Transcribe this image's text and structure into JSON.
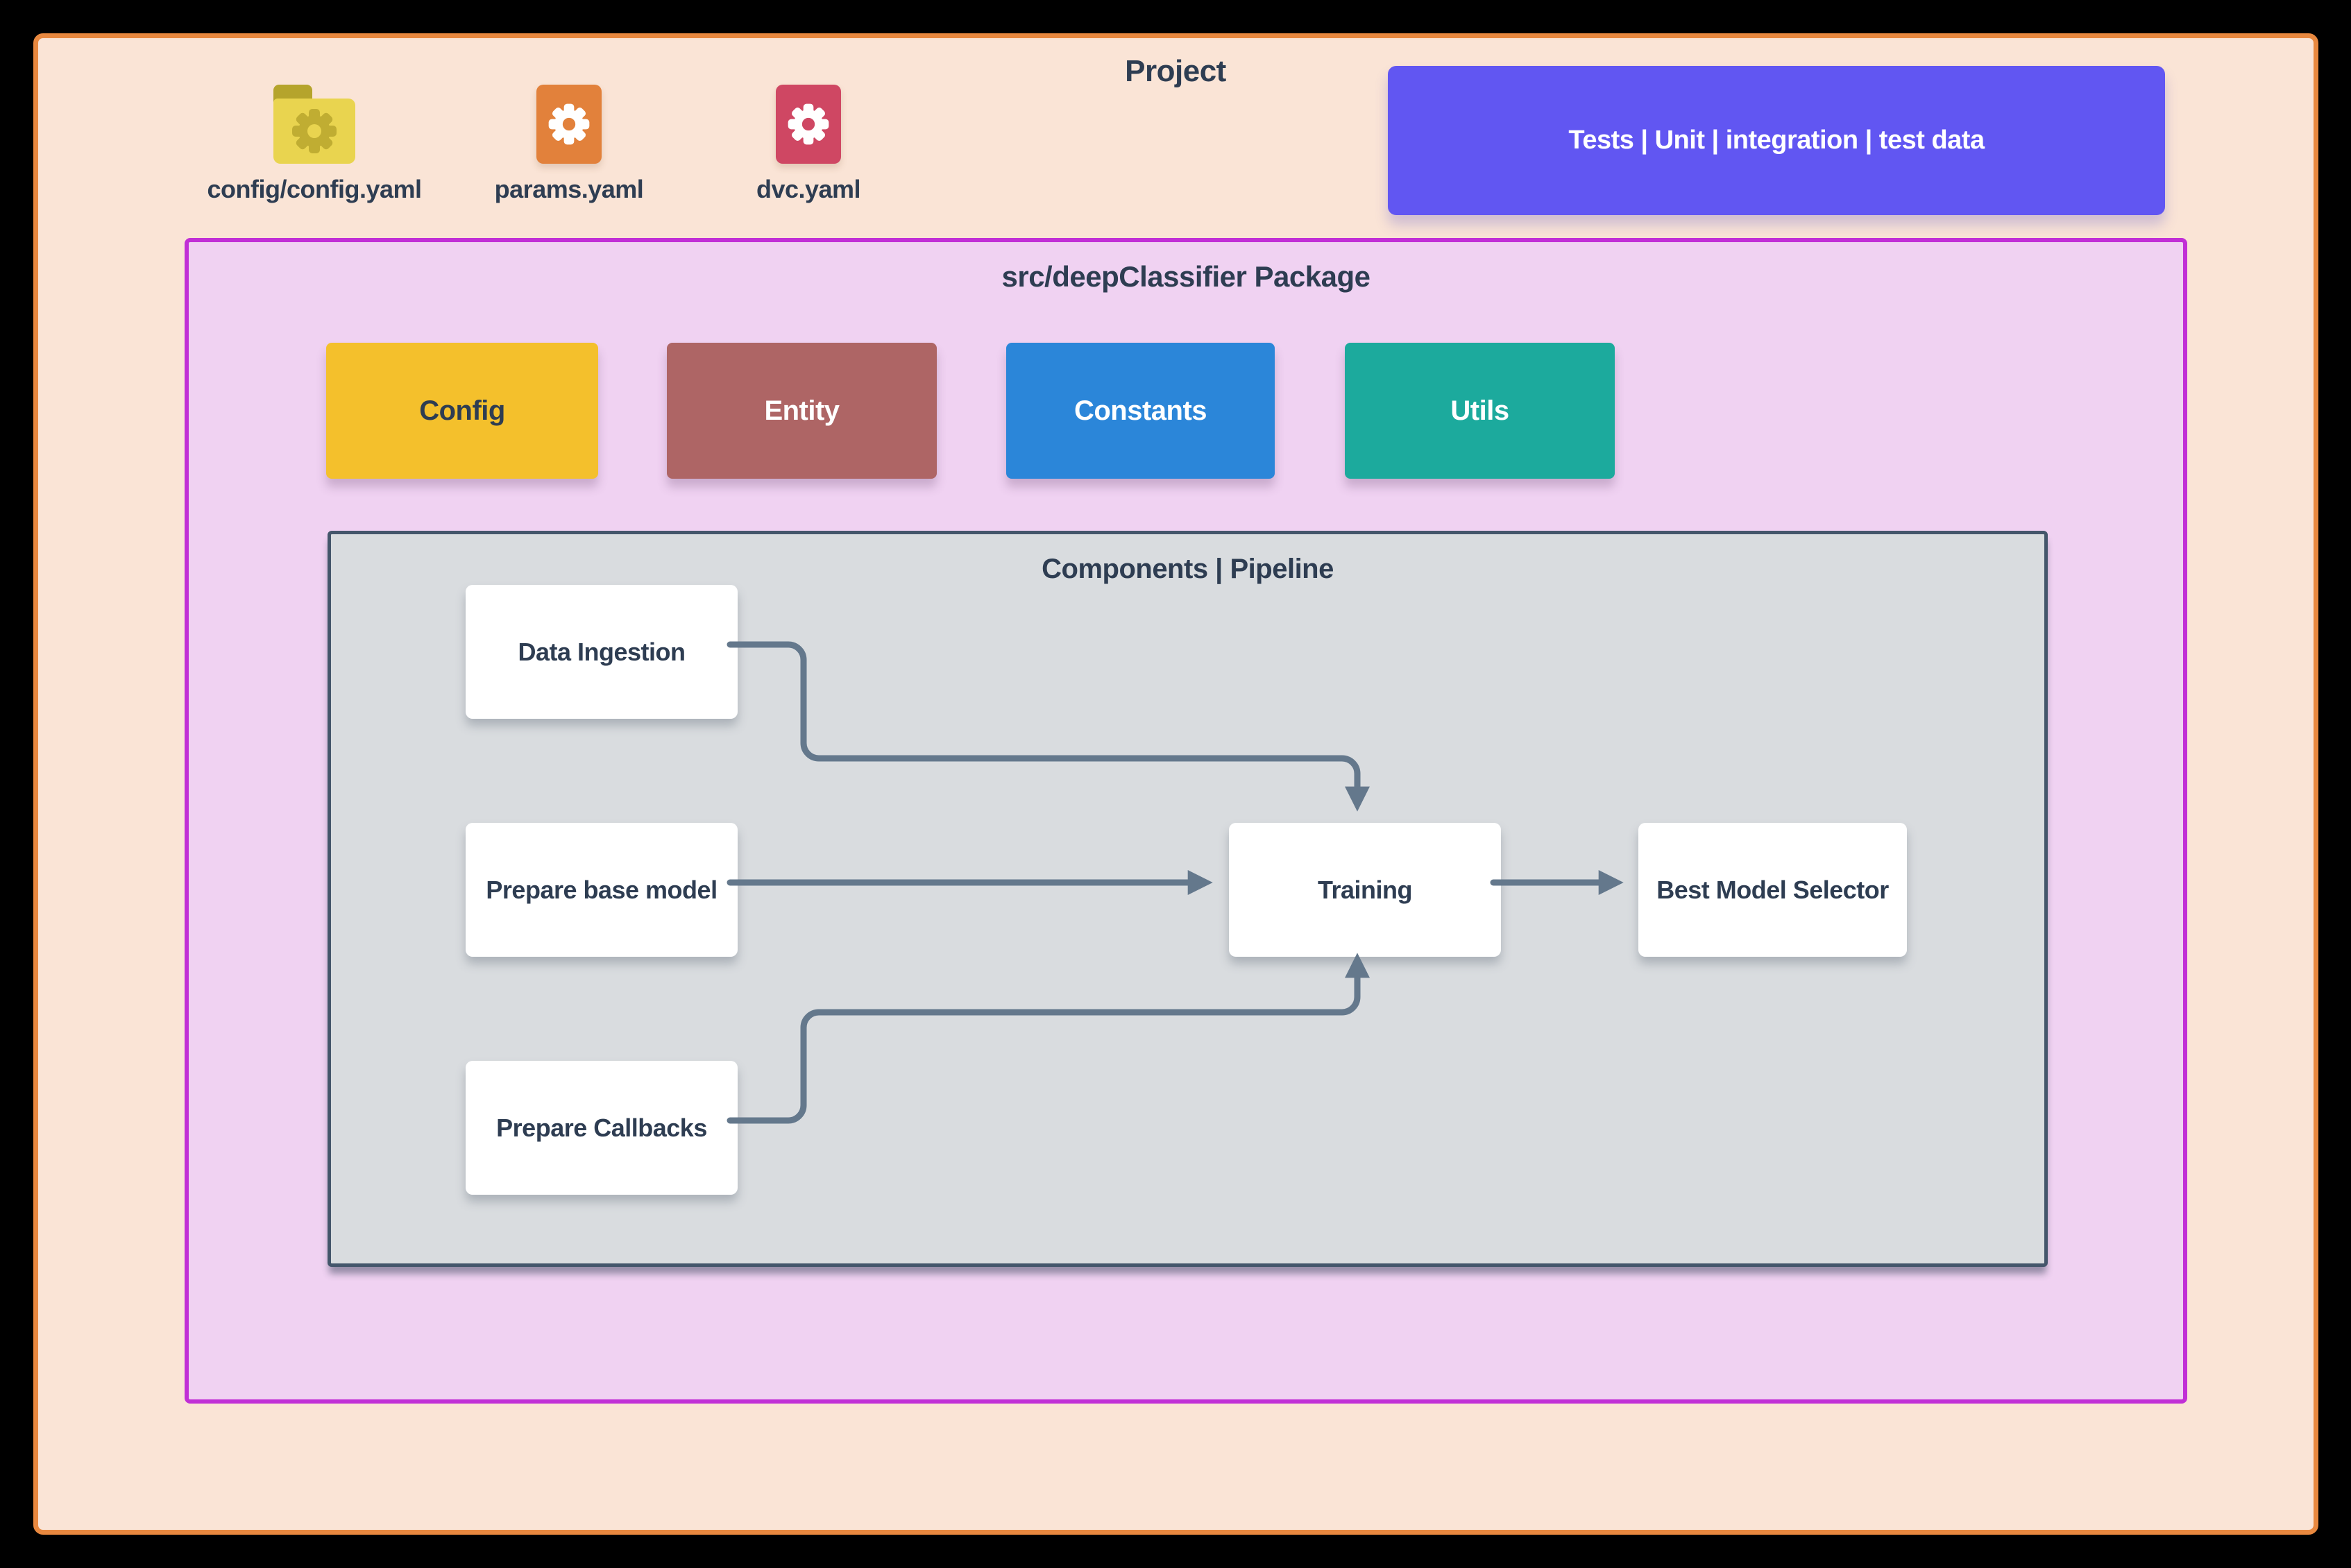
{
  "project": {
    "title": "Project",
    "files": [
      {
        "name": "config-yaml",
        "label": "config/config.yaml",
        "icon": "folder-gear-icon"
      },
      {
        "name": "params-yaml",
        "label": "params.yaml",
        "icon": "file-gear-icon"
      },
      {
        "name": "dvc-yaml",
        "label": "dvc.yaml",
        "icon": "file-gear-icon"
      }
    ],
    "tests_label": "Tests | Unit | integration | test data"
  },
  "package": {
    "title": "src/deepClassifier Package",
    "modules": [
      {
        "label": "Config"
      },
      {
        "label": "Entity"
      },
      {
        "label": "Constants"
      },
      {
        "label": "Utils"
      }
    ],
    "pipeline": {
      "title": "Components | Pipeline",
      "nodes": [
        {
          "label": "Data Ingestion"
        },
        {
          "label": "Prepare base model"
        },
        {
          "label": "Prepare Callbacks"
        },
        {
          "label": "Training"
        },
        {
          "label": "Best Model Selector"
        }
      ],
      "edges": [
        {
          "from": "Data Ingestion",
          "to": "Training"
        },
        {
          "from": "Prepare base model",
          "to": "Training"
        },
        {
          "from": "Prepare Callbacks",
          "to": "Training"
        },
        {
          "from": "Training",
          "to": "Best Model Selector"
        }
      ]
    }
  },
  "colors": {
    "canvas_border": "#e8883f",
    "canvas_bg": "#fae4d6",
    "text_dark": "#2e3d52",
    "tests_box": "#6156f2",
    "package_border": "#c12fd6",
    "package_bg": "#f0d2f2",
    "module_config": "#f4c02c",
    "module_entity": "#ae6565",
    "module_constants": "#2b86d9",
    "module_utils": "#1caa9d",
    "pipeline_border": "#44566b",
    "pipeline_bg": "#d9dcdf",
    "node_bg": "#ffffff",
    "edge": "#64788c",
    "folder_icon_body": "#e9d44f",
    "folder_icon_tab": "#b5a42c",
    "file_icon_params": "#e2813b",
    "file_icon_dvc": "#cf4763"
  }
}
